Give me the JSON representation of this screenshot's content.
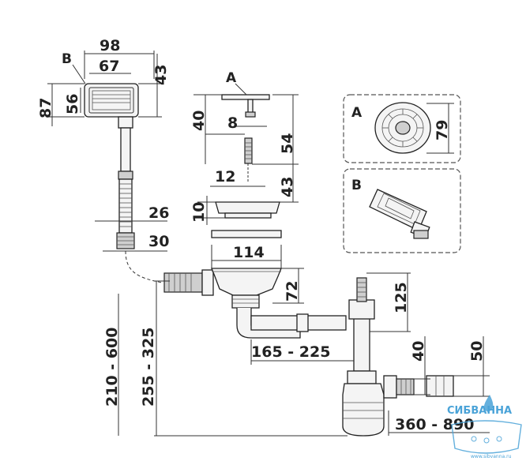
{
  "labels": {
    "a_top": "A",
    "b_top": "B",
    "a_inset": "A",
    "b_inset": "B"
  },
  "dims": {
    "w98": "98",
    "w67": "67",
    "h43_box": "43",
    "h87": "87",
    "h56": "56",
    "h40": "40",
    "w8": "8",
    "h54": "54",
    "w12": "12",
    "h43_screw": "43",
    "h10": "10",
    "d26": "26",
    "d30": "30",
    "w114": "114",
    "h72": "72",
    "h125": "125",
    "r165_225": "165 - 225",
    "h40_outlet": "40",
    "h50": "50",
    "r360_890": "360 - 890",
    "r210_600": "210 - 600",
    "r255_325": "255 - 325",
    "d79": "79"
  },
  "watermark": {
    "brand": "СИБВАННА",
    "site": "www.sibvanna.ru"
  },
  "colors": {
    "line": "#333333",
    "brand": "#4aa3d8"
  }
}
